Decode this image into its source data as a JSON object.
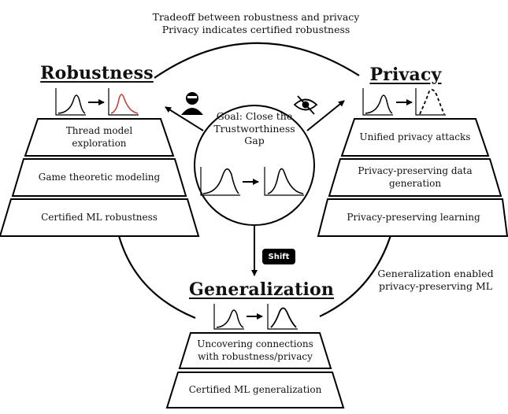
{
  "top_caption": {
    "line1": "Tradeoff between robustness and privacy",
    "line2": "Privacy indicates certified robustness"
  },
  "center": {
    "goal_line1": "Goal: Close the",
    "goal_line2": "Trustworthiness Gap"
  },
  "robustness": {
    "heading": "Robustness",
    "items": [
      {
        "line1": "Thread model",
        "line2": "exploration"
      },
      {
        "line1": "Game theoretic modeling",
        "line2": ""
      },
      {
        "line1": "Certified ML robustness",
        "line2": ""
      }
    ]
  },
  "privacy": {
    "heading": "Privacy",
    "items": [
      {
        "line1": "Unified privacy attacks",
        "line2": ""
      },
      {
        "line1": "Privacy-preserving data",
        "line2": "generation"
      },
      {
        "line1": "Privacy-preserving learning",
        "line2": ""
      }
    ]
  },
  "generalization": {
    "heading": "Generalization",
    "items": [
      {
        "line1": "Uncovering connections",
        "line2": "with robustness/privacy"
      },
      {
        "line1": "Certified ML generalization",
        "line2": ""
      }
    ]
  },
  "right_caption": {
    "line1": "Generalization enabled",
    "line2": "privacy-preserving ML"
  },
  "shift_label": "Shift",
  "icons": {
    "attacker": "hacker-icon",
    "privacy": "eye-slash-icon"
  }
}
